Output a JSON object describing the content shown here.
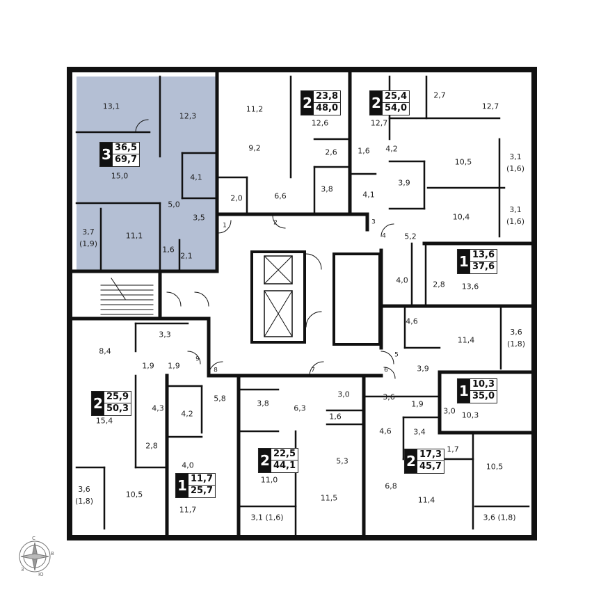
{
  "highlight_color": "#b4bfd4",
  "apartments": [
    {
      "id": "apt-3-69-7",
      "highlighted": true,
      "badge": {
        "rooms": "3",
        "living_area": "36,5",
        "total_area": "69,7"
      },
      "room_labels": [
        "13,1",
        "12,3",
        "15,0",
        "4,1",
        "5,0",
        "3,5",
        "3,7\n(1,9)",
        "11,1",
        "1,6",
        "2,1"
      ]
    },
    {
      "id": "apt-2-48-0",
      "highlighted": false,
      "badge": {
        "rooms": "2",
        "living_area": "23,8",
        "total_area": "48,0"
      },
      "room_labels": [
        "11,2",
        "9,2",
        "12,6",
        "2,6",
        "2,0",
        "6,6",
        "3,8"
      ]
    },
    {
      "id": "apt-2-54-0",
      "highlighted": false,
      "badge": {
        "rooms": "2",
        "living_area": "25,4",
        "total_area": "54,0"
      },
      "room_labels": [
        "12,7",
        "2,7",
        "12,7",
        "1,6",
        "4,2",
        "10,5",
        "3,1\n(1,6)",
        "3,9",
        "4,1",
        "10,4",
        "3,1\n(1,6)"
      ]
    },
    {
      "id": "apt-1-37-6",
      "highlighted": false,
      "badge": {
        "rooms": "1",
        "living_area": "13,6",
        "total_area": "37,6"
      },
      "room_labels": [
        "5,2",
        "4,0",
        "2,8",
        "13,6"
      ]
    },
    {
      "id": "apt-1-35-0",
      "highlighted": false,
      "badge": {
        "rooms": "1",
        "living_area": "10,3",
        "total_area": "35,0"
      },
      "room_labels": [
        "4,6",
        "11,4",
        "3,6\n(1,8)",
        "3,9",
        "3,0",
        "10,3"
      ]
    },
    {
      "id": "apt-2-45-7",
      "highlighted": false,
      "badge": {
        "rooms": "2",
        "living_area": "17,3",
        "total_area": "45,7"
      },
      "room_labels": [
        "3,6",
        "1,9",
        "4,6",
        "3,4",
        "1,7",
        "10,5",
        "6,8",
        "11,4",
        "3,6 (1,8)"
      ]
    },
    {
      "id": "apt-2-44-1",
      "highlighted": false,
      "badge": {
        "rooms": "2",
        "living_area": "22,5",
        "total_area": "44,1"
      },
      "room_labels": [
        "3,8",
        "6,3",
        "3,0",
        "1,6",
        "5,3",
        "11,0",
        "11,5",
        "3,1 (1,6)"
      ]
    },
    {
      "id": "apt-1-25-7",
      "highlighted": false,
      "badge": {
        "rooms": "1",
        "living_area": "11,7",
        "total_area": "25,7"
      },
      "room_labels": [
        "5,8",
        "4,2",
        "4,0",
        "11,7"
      ]
    },
    {
      "id": "apt-2-50-3",
      "highlighted": false,
      "badge": {
        "rooms": "2",
        "living_area": "25,9",
        "total_area": "50,3"
      },
      "room_labels": [
        "8,4",
        "3,3",
        "1,9",
        "1,9",
        "4,3",
        "15,4",
        "2,8",
        "10,5",
        "3,6\n(1,8)"
      ]
    }
  ],
  "door_numbers": [
    "1",
    "2",
    "3",
    "4",
    "5",
    "6",
    "7",
    "8",
    "9"
  ],
  "compass": {
    "north": "С",
    "east": "В",
    "south": "Ю",
    "west": "З"
  }
}
